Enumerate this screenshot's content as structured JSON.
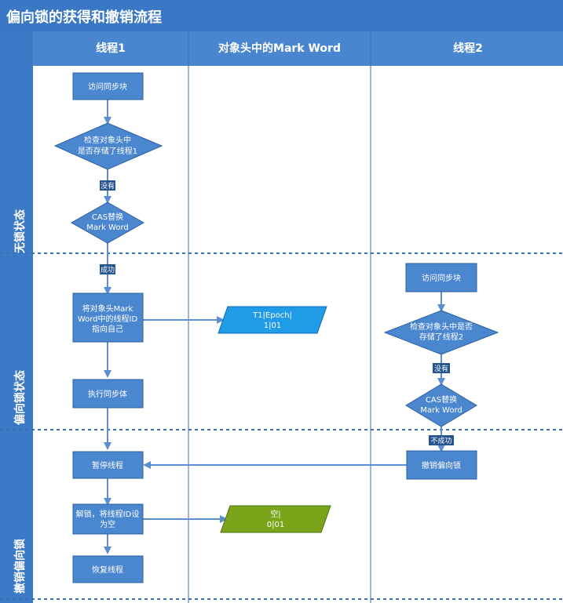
{
  "title": "偏向锁的获得和撤销流程",
  "colors": {
    "title_bg": "#3a77c4",
    "header_bg": "#4a86cf",
    "node_fill": "#4b87cf",
    "node_stroke": "#2d5f9f",
    "mark_blue": "#1f9be8",
    "mark_green": "#7aa51b",
    "arrow": "#5b8fd1",
    "dash": "#3b6fb7"
  },
  "lanes": [
    {
      "id": "thread1",
      "label": "线程1"
    },
    {
      "id": "markword",
      "label": "对象头中的Mark Word"
    },
    {
      "id": "thread2",
      "label": "线程2"
    }
  ],
  "states": [
    {
      "id": "no_lock",
      "label": "无锁状态"
    },
    {
      "id": "biased",
      "label": "偏向锁状态"
    },
    {
      "id": "revoke",
      "label": "撤销偏向锁"
    }
  ],
  "nodes": [
    {
      "id": "t1_access",
      "shape": "rect",
      "lines": [
        "访问同步块"
      ]
    },
    {
      "id": "t1_check",
      "shape": "diamond",
      "lines": [
        "检查对象头中",
        "是否存储了线程1"
      ]
    },
    {
      "id": "t1_cas",
      "shape": "diamond",
      "lines": [
        "CAS替换",
        "Mark Word"
      ]
    },
    {
      "id": "t1_setid",
      "shape": "rect",
      "lines": [
        "将对象头Mark",
        "Word中的线程ID",
        "指向自己"
      ]
    },
    {
      "id": "t1_exec",
      "shape": "rect",
      "lines": [
        "执行同步体"
      ]
    },
    {
      "id": "t1_pause",
      "shape": "rect",
      "lines": [
        "暂停线程"
      ]
    },
    {
      "id": "t1_unlock",
      "shape": "rect",
      "lines": [
        "解锁，将线程ID设",
        "为空"
      ]
    },
    {
      "id": "t1_resume",
      "shape": "rect",
      "lines": [
        "恢复线程"
      ]
    },
    {
      "id": "mw_biased",
      "shape": "parallelogram",
      "lines": [
        "T1|Epoch|",
        "1|01"
      ]
    },
    {
      "id": "mw_empty",
      "shape": "parallelogram",
      "lines": [
        "空|",
        "0|01"
      ]
    },
    {
      "id": "t2_access",
      "shape": "rect",
      "lines": [
        "访问同步块"
      ]
    },
    {
      "id": "t2_check",
      "shape": "diamond",
      "lines": [
        "检查对象头中是否",
        "存储了线程2"
      ]
    },
    {
      "id": "t2_cas",
      "shape": "diamond",
      "lines": [
        "CAS替换",
        "Mark Word"
      ]
    },
    {
      "id": "t2_revoke",
      "shape": "rect",
      "lines": [
        "撤销偏向锁"
      ]
    }
  ],
  "edge_labels": {
    "t1_no": "没有",
    "t1_success": "成功",
    "t2_no": "没有",
    "t2_fail": "不成功"
  }
}
